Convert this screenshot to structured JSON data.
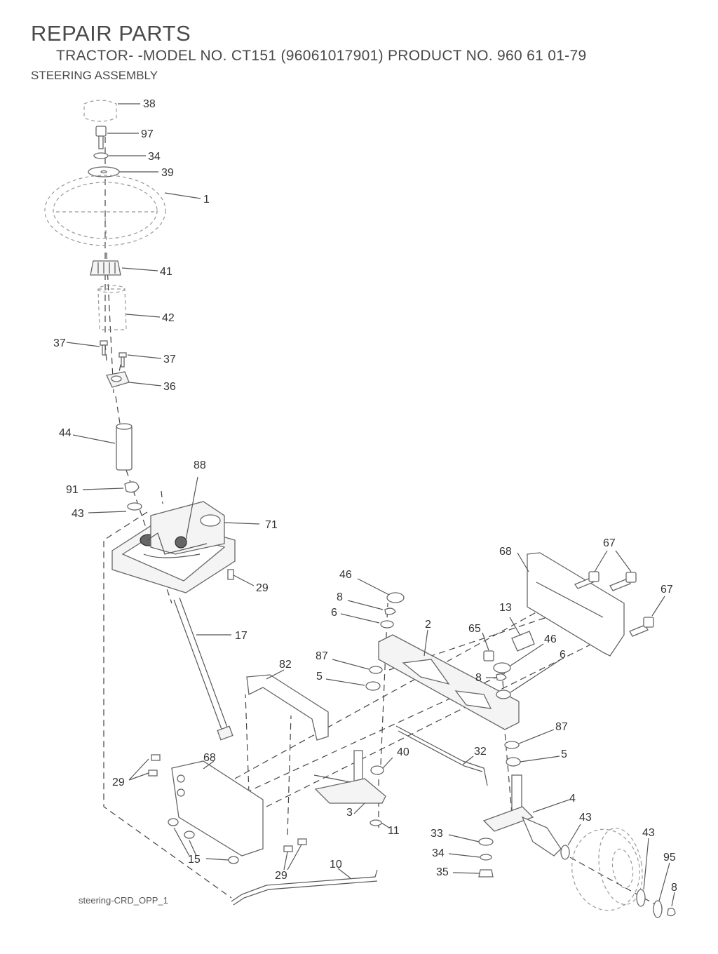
{
  "header": {
    "title": "REPAIR PARTS",
    "subtitle": "TRACTOR- -MODEL NO. CT151 (96061017901) PRODUCT NO. 960 61 01-79",
    "section": "STEERING ASSEMBLY"
  },
  "figure_ref": "steering-CRD_OPP_1",
  "callouts": {
    "c38": "38",
    "c97": "97",
    "c34a": "34",
    "c39": "39",
    "c1": "1",
    "c41": "41",
    "c42": "42",
    "c37a": "37",
    "c37b": "37",
    "c36": "36",
    "c44": "44",
    "c88": "88",
    "c91": "91",
    "c43a": "43",
    "c71": "71",
    "c29a": "29",
    "c17": "17",
    "c68a": "68",
    "c67a": "67",
    "c67b": "67",
    "c46a": "46",
    "c8a": "8",
    "c6a": "6",
    "c2": "2",
    "c65": "65",
    "c13": "13",
    "c46b": "46",
    "c6b": "6",
    "c8b": "8",
    "c87a": "87",
    "c5a": "5",
    "c82": "82",
    "c87b": "87",
    "c5b": "5",
    "c32": "32",
    "c40": "40",
    "c68b": "68",
    "c29b": "29",
    "c3": "3",
    "c11": "11",
    "c4": "4",
    "c43b": "43",
    "c43c": "43",
    "c33": "33",
    "c34b": "34",
    "c95": "95",
    "c15": "15",
    "c29c": "29",
    "c10": "10",
    "c35": "35",
    "c8c": "8"
  }
}
